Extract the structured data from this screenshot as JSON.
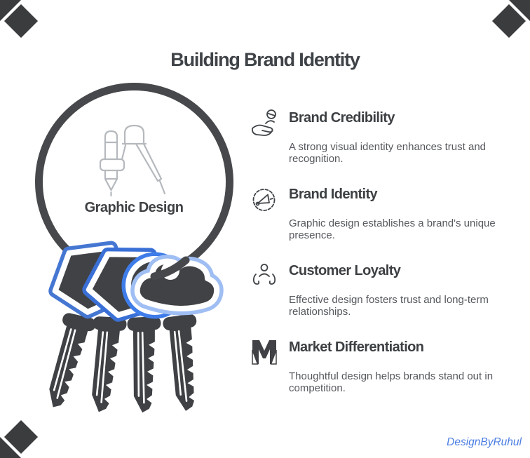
{
  "title": "Building Brand Identity",
  "center": {
    "label": "Graphic Design",
    "icon": "drafting-compass-icon"
  },
  "items": [
    {
      "title": "Brand Credibility",
      "description": "A strong visual identity enhances trust and\nrecognition.",
      "icon": "hand-coin-icon"
    },
    {
      "title": "Brand Identity",
      "description": "Graphic design establishes a brand's unique\npresence.",
      "icon": "badge-megaphone-icon"
    },
    {
      "title": "Customer Loyalty",
      "description": "Effective design fosters trust and long-term\nrelationships.",
      "icon": "customer-care-icon"
    },
    {
      "title": "Market Differentiation",
      "description": "Thoughtful design helps brands stand out in\ncompetition.",
      "icon": "m-monogram-icon"
    }
  ],
  "credit": "DesignByRuhul",
  "colors": {
    "dark": "#3f4145",
    "ring": "#47484b",
    "key_blue_1": "#4577d2",
    "key_blue_2": "#3a70d6",
    "key_blue_3": "#3e7ce9",
    "key_blue_4": "#9fbef3",
    "heading_text": "#3d4043",
    "body_text": "#55585d",
    "credit_blue": "#4a7de2",
    "compass_stroke": "#b5b9bd"
  }
}
